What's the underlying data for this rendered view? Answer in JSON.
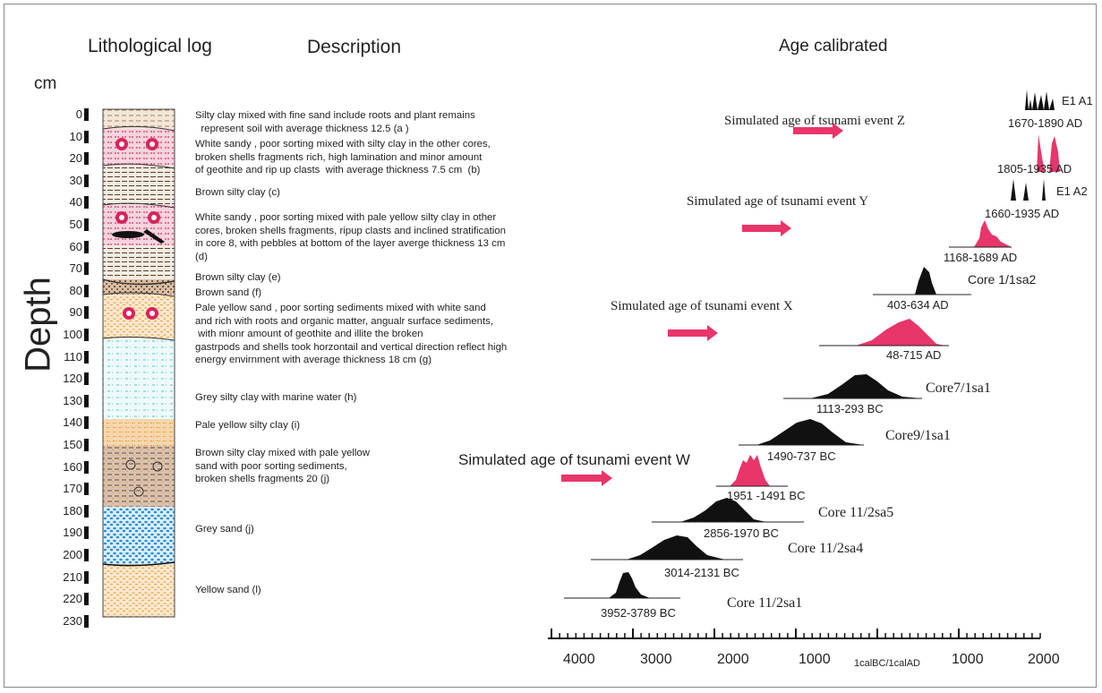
{
  "headers": {
    "lithology": "Lithological log",
    "description": "Description",
    "age": "Age calibrated",
    "unit": "cm",
    "depth": "Depth"
  },
  "depth_ticks": [
    "0",
    "10",
    "20",
    "30",
    "40",
    "50",
    "60",
    "70",
    "80",
    "90",
    "100",
    "110",
    "120",
    "130",
    "140",
    "150",
    "160",
    "170",
    "180",
    "190",
    "200",
    "210",
    "220",
    "230"
  ],
  "descriptions": [
    "Silty clay mixed with fine sand include roots and plant remains\n  represent soil with average thickness 12.5 (a )",
    "White sandy , poor sorting mixed with silty clay in the other cores,\nbroken shells fragments rich, high lamination and minor amount\nof geothite and rip up clasts  with average thickness 7.5 cm  (b)",
    "Brown silty clay (c)",
    "White sandy , poor sorting mixed with pale yellow silty clay in other\ncores, broken shells fragments, ripup clasts and inclined stratification\nin core 8, with pebbles at bottom of the layer averge thickness 13 cm\n(d)",
    "Brown silty clay (e)",
    "Brown sand (f)",
    "Pale yellow sand , poor sorting sediments mixed with white sand\nand rich with roots and organic matter, angualr surface sediments,\n with mionr amount of geothite and illite the broken\ngastrpods and shells took horzontail and vertical direction reflect high\nenergy envirnment with average thickness 18 cm (g)",
    "Grey silty clay with marine water (h)",
    "Pale yellow silty clay (i)",
    "Brown silty clay mixed with pale yellow\nsand with poor sorting sediments,\nbroken shells fragments 20 (j)",
    "Grey sand (j)",
    "Yellow sand (l)"
  ],
  "simulated": {
    "z": "Simulated age of tsunami event Z",
    "y": "Simulated age of tsunami event Y",
    "x": "Simulated age of tsunami event X",
    "w": "Simulated age of tsunami event W"
  },
  "age_ranges": {
    "e1a1": "1670-1890 AD",
    "pink1": "1805-1935 AD",
    "e1a2": "1660-1935 AD",
    "pink2": "1168-1689 AD",
    "core1": "403-634 AD",
    "pink3": "48-715 AD",
    "core7": "1113-293 BC",
    "core9": "1490-737 BC",
    "pink4": "1951 -1491 BC",
    "core11a": "2856-1970 BC",
    "core11b": "3014-2131 BC",
    "core11c": "3952-3789 BC"
  },
  "core_labels": {
    "e1a1": "E1 A1",
    "e1a2": "E1 A2",
    "core1": "Core 1/1sa2",
    "core7": "Core7/1sa1",
    "core9": "Core9/1sa1",
    "core11a": "Core 11/2sa5",
    "core11b": "Core 11/2sa4",
    "core11c": "Core 11/2sa1"
  },
  "age_axis": {
    "labels": [
      "4000",
      "3000",
      "2000",
      "1000",
      "1000",
      "2000"
    ],
    "middle": "1calBC/1calAD"
  },
  "colors": {
    "event_pink": "#e8356a",
    "dist_black": "#111111"
  }
}
